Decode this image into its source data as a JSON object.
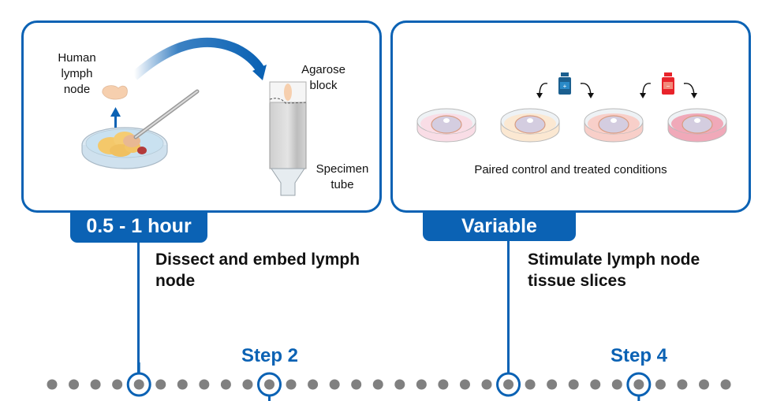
{
  "panels": {
    "left": {
      "labels": {
        "lymph_node_line1": "Human",
        "lymph_node_line2": "lymph node",
        "agarose_line1": "Agarose",
        "agarose_line2": "block",
        "specimen_line1": "Specimen",
        "specimen_line2": "tube"
      },
      "duration": "0.5 - 1 hour",
      "description": "Dissect and embed lymph node"
    },
    "right": {
      "caption": "Paired control and treated conditions",
      "duration": "Variable",
      "description": "Stimulate lymph node tissue slices",
      "dishes": [
        {
          "name": "control-dish-1",
          "medium_color": "#f9dde6"
        },
        {
          "name": "control-dish-2",
          "medium_color": "#fbe8d2"
        },
        {
          "name": "treated-dish-1",
          "medium_color": "#f8cfc9"
        },
        {
          "name": "treated-dish-2",
          "medium_color": "#f0a9b9"
        }
      ],
      "bottles": [
        {
          "name": "blue-reagent-bottle",
          "color": "#1b5f8f",
          "symbol": "+"
        },
        {
          "name": "red-reagent-bottle",
          "color": "#e8232a",
          "symbol": "−"
        }
      ]
    }
  },
  "timeline": {
    "dot_count": 32,
    "circled_indices": [
      4,
      10,
      21,
      27
    ],
    "steps": [
      {
        "label": "Step 2",
        "index": 10
      },
      {
        "label": "Step 4",
        "index": 27
      }
    ]
  },
  "colors": {
    "accent": "#0b62b4",
    "dot": "#808080"
  }
}
